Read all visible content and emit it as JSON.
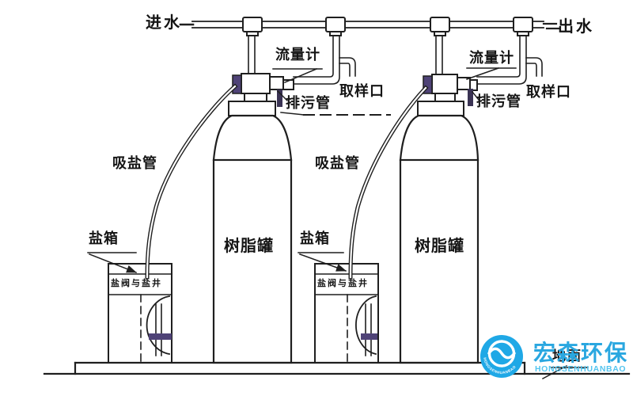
{
  "labels": {
    "inlet": "进水",
    "outlet": "出水",
    "flow_meter": "流量计",
    "sampling_port": "取样口",
    "drain_pipe": "排污管",
    "salt_suction_pipe": "吸盐管",
    "salt_box": "盐箱",
    "resin_tank": "树脂罐",
    "salt_valve_and_well": "盐阀与盐井",
    "ground": "地面"
  },
  "logo": {
    "name_cn": "宏森环保",
    "name_en": "HONGSENHUANBAO",
    "circle_color": "#1fa8e6",
    "text_color": "#2aa7e0",
    "subtext_color": "#55c5ef"
  },
  "diagram": {
    "background": "#ffffff",
    "line_color": "#1f1f1f",
    "valve_accent_color": "#4f4377",
    "drain_bar_color": "#3a3354"
  }
}
